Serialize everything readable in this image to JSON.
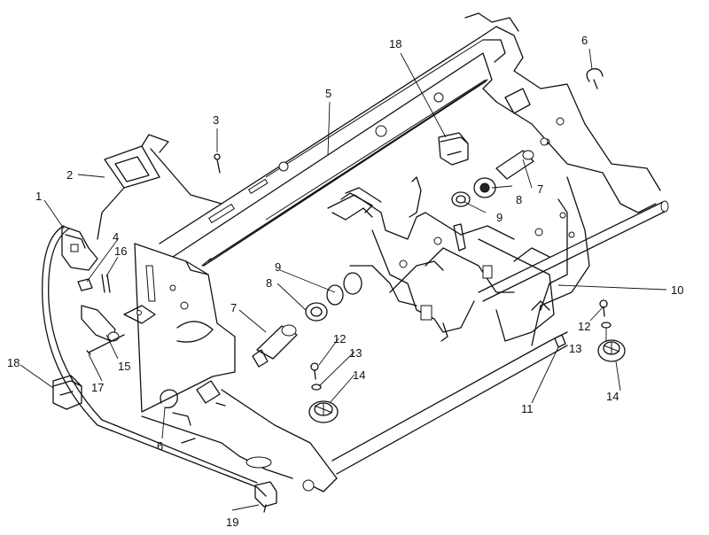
{
  "callouts": [
    {
      "id": "c1",
      "text": "1"
    },
    {
      "id": "c2",
      "text": "2"
    },
    {
      "id": "c3",
      "text": "3"
    },
    {
      "id": "c4",
      "text": "4"
    },
    {
      "id": "c5",
      "text": "5"
    },
    {
      "id": "c6a",
      "text": "6"
    },
    {
      "id": "c6b",
      "text": "6"
    },
    {
      "id": "c7a",
      "text": "7"
    },
    {
      "id": "c7b",
      "text": "7"
    },
    {
      "id": "c8a",
      "text": "8"
    },
    {
      "id": "c8b",
      "text": "8"
    },
    {
      "id": "c9a",
      "text": "9"
    },
    {
      "id": "c9b",
      "text": "9"
    },
    {
      "id": "c10",
      "text": "10"
    },
    {
      "id": "c11",
      "text": "11"
    },
    {
      "id": "c12a",
      "text": "12"
    },
    {
      "id": "c12b",
      "text": "12"
    },
    {
      "id": "c13a",
      "text": "13"
    },
    {
      "id": "c13b",
      "text": "13"
    },
    {
      "id": "c14a",
      "text": "14"
    },
    {
      "id": "c14b",
      "text": "14"
    },
    {
      "id": "c15",
      "text": "15"
    },
    {
      "id": "c16",
      "text": "16"
    },
    {
      "id": "c17",
      "text": "17"
    },
    {
      "id": "c18a",
      "text": "18"
    },
    {
      "id": "c18b",
      "text": "18"
    },
    {
      "id": "c19",
      "text": "19"
    }
  ]
}
